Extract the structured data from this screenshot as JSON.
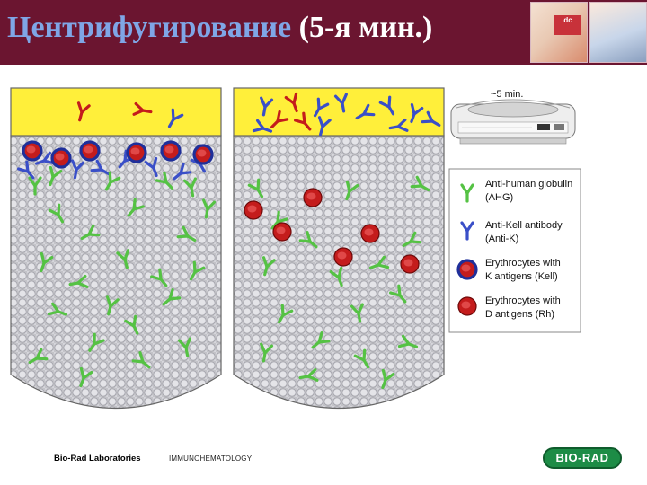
{
  "header": {
    "title": "Центрифугирование",
    "title_suffix": "(5-я мин.)",
    "photo_badge": "dc"
  },
  "diagram": {
    "timer_label": "~5 min.",
    "legend": [
      {
        "icon": "green-antibody-icon",
        "line1": "Anti-human globulin",
        "line2": "(AHG)"
      },
      {
        "icon": "blue-antibody-icon",
        "line1": "Anti-Kell antibody",
        "line2": "(Anti-K)"
      },
      {
        "icon": "blue-rimmed-erythrocyte-icon",
        "line1": "Erythrocytes with",
        "line2": "K antigens (Kell)"
      },
      {
        "icon": "red-erythrocyte-icon",
        "line1": "Erythrocytes with",
        "line2": "D antigens (Rh)"
      }
    ]
  },
  "colors": {
    "header_bg": "#6b1530",
    "title_accent": "#7fa6e6",
    "serum": "#ffef3a",
    "ahg_green": "#55c244",
    "anti_k_blue": "#3a4fc8",
    "erythrocyte_red": "#c41c1c",
    "bio_rad_green": "#1d8c46"
  },
  "footer": {
    "company": "Bio-Rad Laboratories",
    "division": "IMMUNOHEMATOLOGY",
    "logo": "BIO-RAD"
  }
}
